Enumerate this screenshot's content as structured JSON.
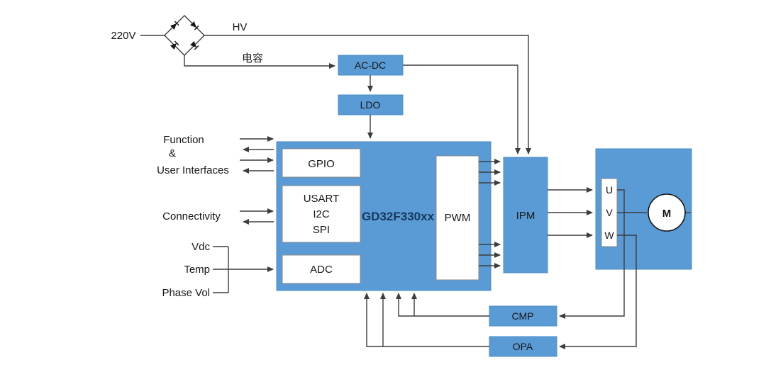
{
  "diagram": {
    "colors": {
      "block_blue": "#5b9bd5",
      "block_border": "#4a8dc8",
      "wire": "#3d3d3d",
      "text": "#161616",
      "mcu_name_color": "#17375e",
      "white_box": "#ffffff"
    },
    "power": {
      "mains_label": "220V",
      "hv_label": "HV",
      "capacitor_label": "电容",
      "acdc_label": "AC-DC",
      "ldo_label": "LDO"
    },
    "left": {
      "function_label": "Function",
      "ampersand": "&",
      "user_interfaces_label": "User Interfaces",
      "connectivity_label": "Connectivity",
      "vdc_label": "Vdc",
      "temp_label": "Temp",
      "phase_vol_label": "Phase Vol"
    },
    "mcu": {
      "name": "GD32F330xx",
      "gpio_label": "GPIO",
      "usart_label": "USART",
      "i2c_label": "I2C",
      "spi_label": "SPI",
      "adc_label": "ADC",
      "pwm_label": "PWM"
    },
    "drive": {
      "ipm_label": "IPM",
      "phase_u": "U",
      "phase_v": "V",
      "phase_w": "W",
      "motor_label": "M"
    },
    "feedback": {
      "cmp_label": "CMP",
      "opa_label": "OPA"
    }
  }
}
